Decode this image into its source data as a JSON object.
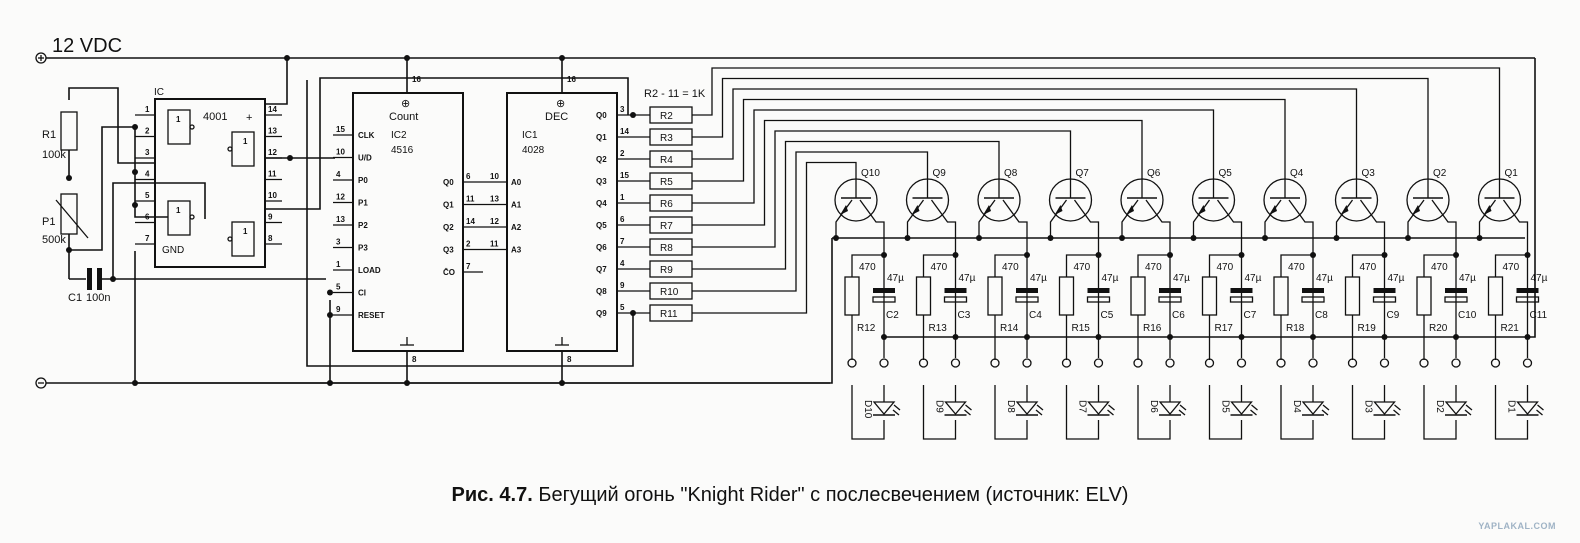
{
  "supply": {
    "positive_label": "12 VDC",
    "positive_symbol": "⊕",
    "negative_symbol": "⊖"
  },
  "ic_oscillator": {
    "ref": "IC",
    "part": "4001",
    "gnd_label": "GND",
    "vcc_symbol": "+",
    "pins_left": [
      "1",
      "2",
      "3",
      "4",
      "5",
      "6",
      "7"
    ],
    "pins_right": [
      "14",
      "13",
      "12",
      "11",
      "10",
      "9",
      "8"
    ],
    "gate_label": "1"
  },
  "timing": {
    "r1": {
      "ref": "R1",
      "value": "100k"
    },
    "p1": {
      "ref": "P1",
      "value": "500k"
    },
    "c1": {
      "ref": "C1",
      "value": "100n"
    }
  },
  "ic_counter": {
    "title": "Count",
    "ref": "IC2",
    "part": "4516",
    "vcc_pin": "16",
    "gnd_pin": "8",
    "left_pins": [
      {
        "num": "15",
        "name": "CLK"
      },
      {
        "num": "10",
        "name": "U/D"
      },
      {
        "num": "4",
        "name": "P0"
      },
      {
        "num": "12",
        "name": "P1"
      },
      {
        "num": "13",
        "name": "P2"
      },
      {
        "num": "3",
        "name": "P3"
      },
      {
        "num": "1",
        "name": "LOAD"
      },
      {
        "num": "5",
        "name": "CI"
      },
      {
        "num": "9",
        "name": "RESET"
      }
    ],
    "right_pins": [
      {
        "num": "6",
        "name": "Q0"
      },
      {
        "num": "11",
        "name": "Q1"
      },
      {
        "num": "14",
        "name": "Q2"
      },
      {
        "num": "2",
        "name": "Q3"
      },
      {
        "num": "7",
        "name": "C̄O"
      }
    ]
  },
  "ic_decoder": {
    "title": "DEC",
    "ref": "IC1",
    "part": "4028",
    "vcc_pin": "16",
    "gnd_pin": "8",
    "left_pins": [
      {
        "num": "10",
        "name": "A0"
      },
      {
        "num": "13",
        "name": "A1"
      },
      {
        "num": "12",
        "name": "A2"
      },
      {
        "num": "11",
        "name": "A3"
      }
    ],
    "right_pins": [
      {
        "num": "3",
        "name": "Q0"
      },
      {
        "num": "14",
        "name": "Q1"
      },
      {
        "num": "2",
        "name": "Q2"
      },
      {
        "num": "15",
        "name": "Q3"
      },
      {
        "num": "1",
        "name": "Q4"
      },
      {
        "num": "6",
        "name": "Q5"
      },
      {
        "num": "7",
        "name": "Q6"
      },
      {
        "num": "4",
        "name": "Q7"
      },
      {
        "num": "9",
        "name": "Q8"
      },
      {
        "num": "5",
        "name": "Q9"
      }
    ]
  },
  "base_resistors": {
    "note": "R2 - 11 = 1K",
    "refs": [
      "R2",
      "R3",
      "R4",
      "R5",
      "R6",
      "R7",
      "R8",
      "R9",
      "R10",
      "R11"
    ]
  },
  "stages": [
    {
      "q": "Q10",
      "r": "R12",
      "r_value": "470",
      "c": "C2",
      "c_value": "47µ",
      "led": "D10"
    },
    {
      "q": "Q9",
      "r": "R13",
      "r_value": "470",
      "c": "C3",
      "c_value": "47µ",
      "led": "D9"
    },
    {
      "q": "Q8",
      "r": "R14",
      "r_value": "470",
      "c": "C4",
      "c_value": "47µ",
      "led": "D8"
    },
    {
      "q": "Q7",
      "r": "R15",
      "r_value": "470",
      "c": "C5",
      "c_value": "47µ",
      "led": "D7"
    },
    {
      "q": "Q6",
      "r": "R16",
      "r_value": "470",
      "c": "C6",
      "c_value": "47µ",
      "led": "D6"
    },
    {
      "q": "Q5",
      "r": "R17",
      "r_value": "470",
      "c": "C7",
      "c_value": "47µ",
      "led": "D5"
    },
    {
      "q": "Q4",
      "r": "R18",
      "r_value": "470",
      "c": "C8",
      "c_value": "47µ",
      "led": "D4"
    },
    {
      "q": "Q3",
      "r": "R19",
      "r_value": "470",
      "c": "C9",
      "c_value": "47µ",
      "led": "D3"
    },
    {
      "q": "Q2",
      "r": "R20",
      "r_value": "470",
      "c": "C10",
      "c_value": "47µ",
      "led": "D2"
    },
    {
      "q": "Q1",
      "r": "R21",
      "r_value": "470",
      "c": "C11",
      "c_value": "47µ",
      "led": "D1"
    }
  ],
  "caption": {
    "figure": "Рис. 4.7.",
    "text": "Бегущий огонь \"Knight Rider\" с послесвечением (источник: ELV)"
  },
  "watermark": "YAPLAKAL.COM"
}
